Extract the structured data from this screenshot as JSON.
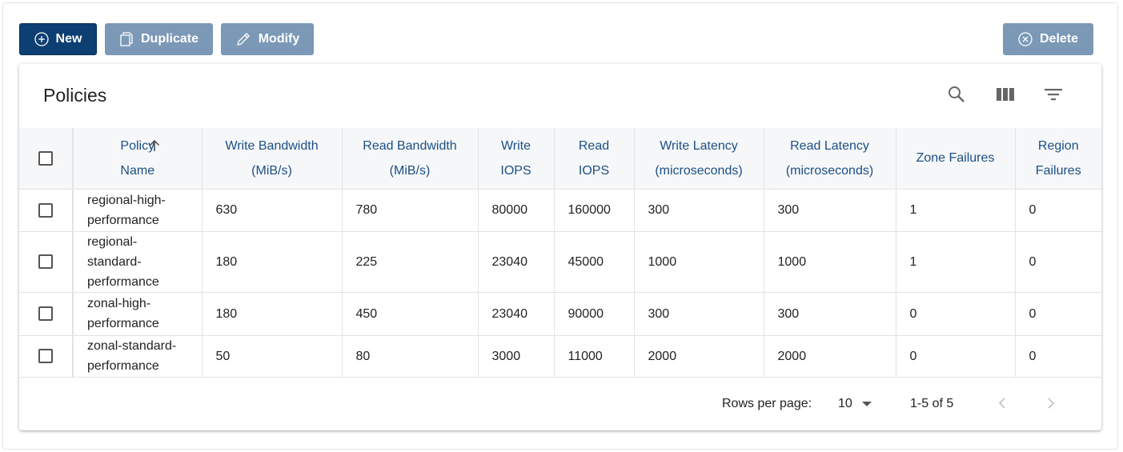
{
  "toolbar": {
    "new_label": "New",
    "duplicate_label": "Duplicate",
    "modify_label": "Modify",
    "delete_label": "Delete"
  },
  "table_title": "Policies",
  "columns": {
    "policy_line1": "Policy",
    "policy_line2": "Name",
    "write_bw_line1": "Write Bandwidth",
    "write_bw_line2": "(MiB/s)",
    "read_bw_line1": "Read Bandwidth",
    "read_bw_line2": "(MiB/s)",
    "write_iops_line1": "Write",
    "write_iops_line2": "IOPS",
    "read_iops_line1": "Read",
    "read_iops_line2": "IOPS",
    "write_lat_line1": "Write Latency",
    "write_lat_line2": "(microseconds)",
    "read_lat_line1": "Read Latency",
    "read_lat_line2": "(microseconds)",
    "zone_failures": "Zone Failures",
    "region_line1": "Region",
    "region_line2": "Failures"
  },
  "rows": [
    {
      "name_lines": [
        "regional-high-",
        "performance"
      ],
      "write_bw": "630",
      "read_bw": "780",
      "write_iops": "80000",
      "read_iops": "160000",
      "write_lat": "300",
      "read_lat": "300",
      "zone_failures": "1",
      "region_failures": "0"
    },
    {
      "name_lines": [
        "regional-",
        "standard-",
        "performance"
      ],
      "write_bw": "180",
      "read_bw": "225",
      "write_iops": "23040",
      "read_iops": "45000",
      "write_lat": "1000",
      "read_lat": "1000",
      "zone_failures": "1",
      "region_failures": "0"
    },
    {
      "name_lines": [
        "zonal-high-",
        "performance"
      ],
      "write_bw": "180",
      "read_bw": "450",
      "write_iops": "23040",
      "read_iops": "90000",
      "write_lat": "300",
      "read_lat": "300",
      "zone_failures": "0",
      "region_failures": "0"
    },
    {
      "name_lines": [
        "zonal-standard-",
        "performance"
      ],
      "write_bw": "50",
      "read_bw": "80",
      "write_iops": "3000",
      "read_iops": "11000",
      "write_lat": "2000",
      "read_lat": "2000",
      "zone_failures": "0",
      "region_failures": "0"
    }
  ],
  "footer": {
    "rows_per_page_label": "Rows per page:",
    "rows_per_page_value": "10",
    "range_text": "1-5 of 5"
  },
  "icons": {
    "new": "plus-circle-icon",
    "duplicate": "copy-icon",
    "modify": "pencil-icon",
    "delete": "close-circle-icon",
    "search": "search-icon",
    "columns": "view-columns-icon",
    "filter": "filter-icon",
    "sort": "arrow-up-icon",
    "prev": "chevron-left-icon",
    "next": "chevron-right-icon"
  },
  "colors": {
    "primary_button": "#0e3f72",
    "secondary_button": "#7b99b7",
    "header_text": "#1c4f85"
  }
}
